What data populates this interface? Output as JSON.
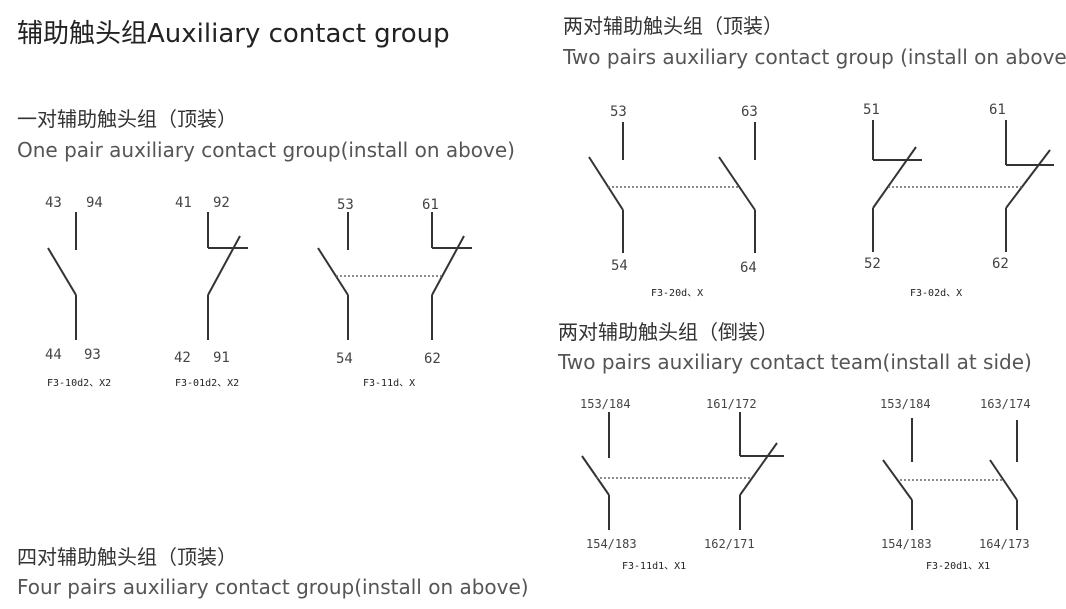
{
  "headings": {
    "main_title": "辅助触头组Auxiliary contact group",
    "one_pair_cn": "一对辅助触头组（顶装）",
    "one_pair_en": "One pair auxiliary contact group(install on above)",
    "four_pairs_cn": "四对辅助触头组（顶装）",
    "four_pairs_en": "Four pairs auxiliary contact group(install on above)",
    "two_pairs_top_cn": "两对辅助触头组（顶装）",
    "two_pairs_top_en": "Two pairs auxiliary contact group (install on above)",
    "two_pairs_side_cn": "两对辅助触头组（倒装）",
    "two_pairs_side_en": "Two pairs auxiliary contact team(install at side)"
  },
  "diagrams": {
    "f3_10d2": {
      "top": [
        "43",
        "94"
      ],
      "bottom": [
        "44",
        "93"
      ],
      "caption": "F3-10d2、X2"
    },
    "f3_01d2": {
      "top": [
        "41",
        "92"
      ],
      "bottom": [
        "42",
        "91"
      ],
      "caption": "F3-01d2、X2"
    },
    "f3_11d": {
      "top": [
        "53",
        "61"
      ],
      "bottom": [
        "54",
        "62"
      ],
      "caption": "F3-11d、X"
    },
    "f3_20d": {
      "top": [
        "53",
        "63"
      ],
      "bottom": [
        "54",
        "64"
      ],
      "caption": "F3-20d、X"
    },
    "f3_02d": {
      "top": [
        "51",
        "61"
      ],
      "bottom": [
        "52",
        "62"
      ],
      "caption": "F3-02d、X"
    },
    "f3_11d1": {
      "top": [
        "153/184",
        "161/172"
      ],
      "bottom": [
        "154/183",
        "162/171"
      ],
      "caption": "F3-11d1、X1"
    },
    "f3_20d1": {
      "top": [
        "153/184",
        "163/174"
      ],
      "bottom": [
        "154/183",
        "164/173"
      ],
      "caption": "F3-20d1、X1"
    }
  }
}
